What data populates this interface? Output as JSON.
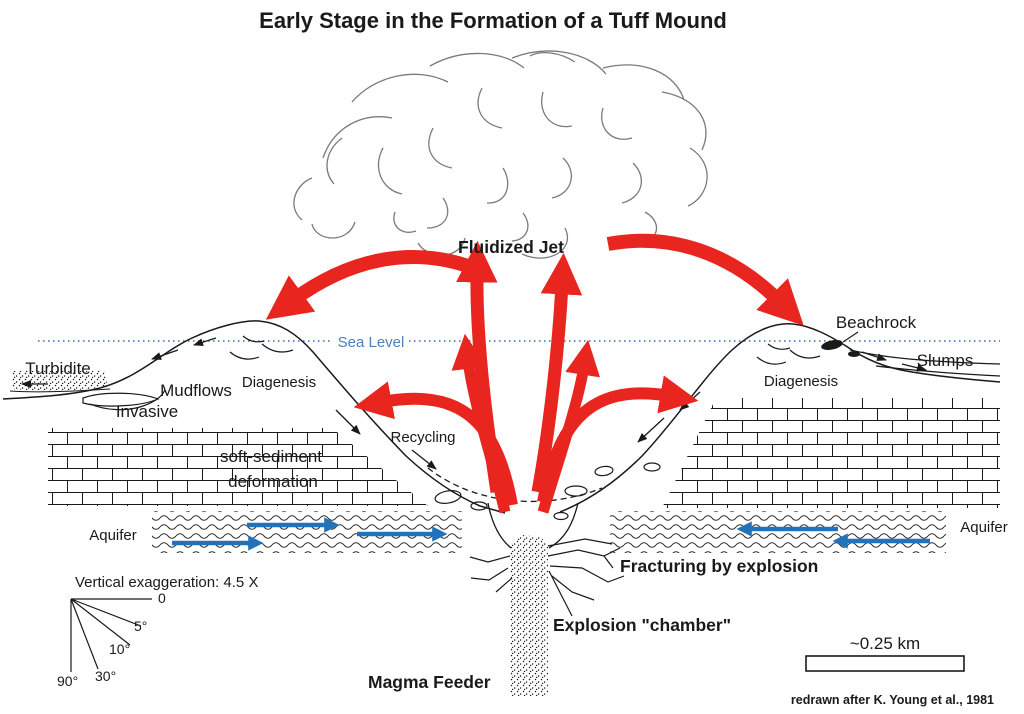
{
  "title": "Early Stage in the Formation of a Tuff Mound",
  "credit": "redrawn after K. Young et al., 1981",
  "scale": {
    "label": "~0.25 km"
  },
  "legend": {
    "vertical_exaggeration": "Vertical exaggeration: 4.5 X",
    "angles": {
      "a0": "0",
      "a5": "5°",
      "a10": "10°",
      "a30": "30°",
      "a90": "90°"
    }
  },
  "labels": {
    "fluidized_jet": "Fluidized Jet",
    "sea_level": "Sea Level",
    "turbidite": "Turbidite",
    "mudflows": "Mudflows",
    "diagenesis_left": "Diagenesis",
    "diagenesis_right": "Diagenesis",
    "invasive": "Invasive",
    "soft_sediment_line1": "soft-sediment",
    "soft_sediment_line2": "deformation",
    "recycling": "Recycling",
    "beachrock": "Beachrock",
    "slumps": "Slumps",
    "aquifer_left": "Aquifer",
    "aquifer_right": "Aquifer",
    "fracturing": "Fracturing by explosion",
    "explosion_chamber": "Explosion \"chamber\"",
    "magma_feeder": "Magma Feeder"
  },
  "colors": {
    "jet_red": "#e8251f",
    "water_blue": "#2272b9",
    "sea_text_blue": "#4b80c2",
    "cloud_gray": "#7a7a7a",
    "ink": "#1a1a1a"
  }
}
